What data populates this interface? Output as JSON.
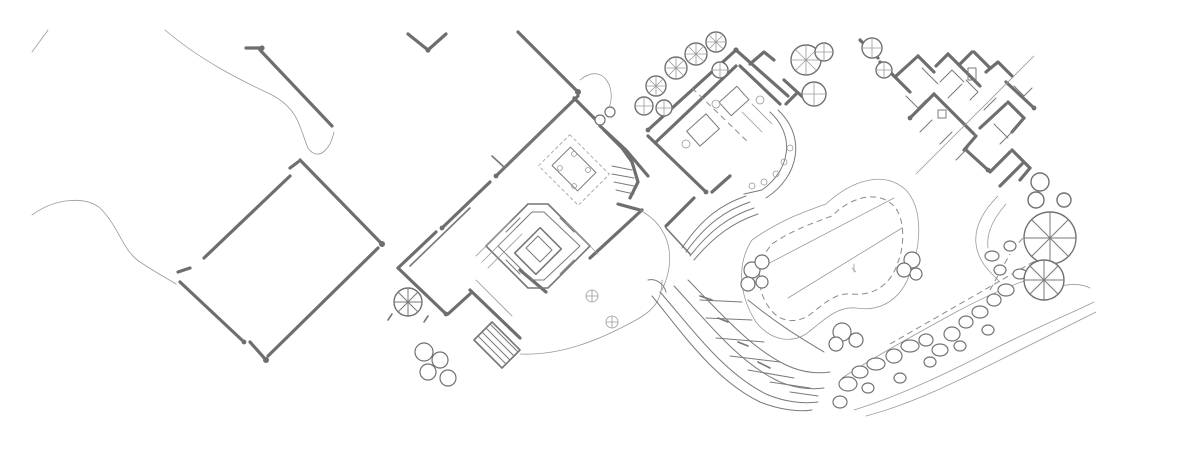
{
  "drawing": {
    "colors": {
      "background": "#ffffff",
      "ink": "#6e6e6e",
      "ink_light": "#9a9a9a"
    },
    "elements": [
      "garage-wing",
      "main-house",
      "dining-area",
      "great-room-with-fireplace",
      "entry-stair",
      "living-room-wing",
      "bedroom-wing",
      "curved-terrace-steps",
      "swimming-pool",
      "garden-walk",
      "landscape-trees",
      "boulder-border"
    ]
  }
}
